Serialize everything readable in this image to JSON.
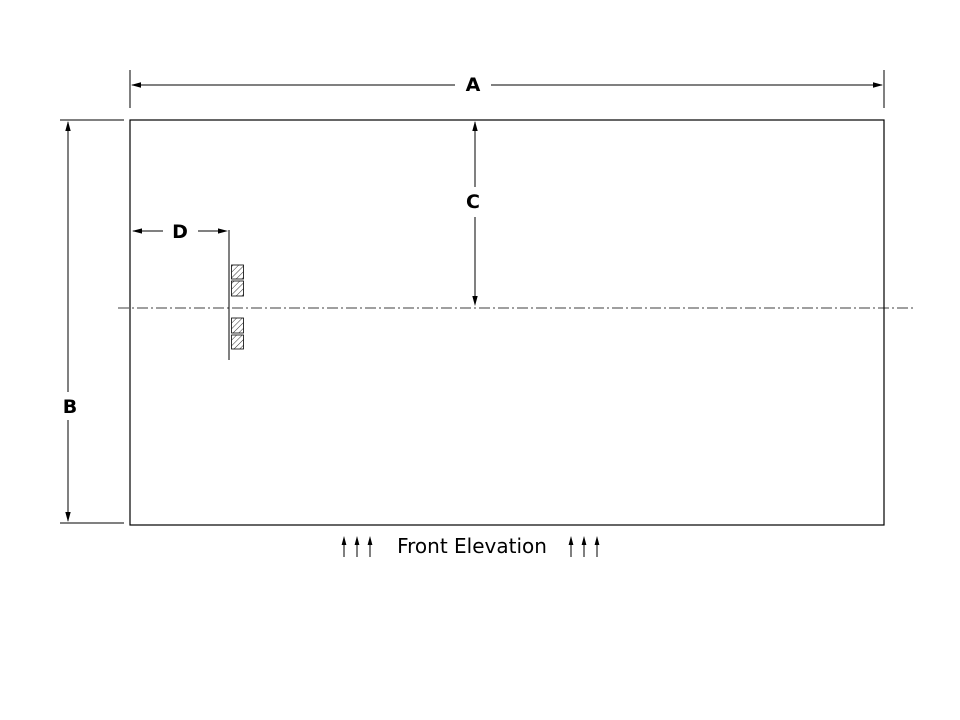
{
  "drawing": {
    "caption": "Front Elevation",
    "dimension_labels": {
      "a": "A",
      "b": "B",
      "c": "C",
      "d": "D"
    },
    "line_color": "#000000",
    "background_color": "#ffffff"
  }
}
